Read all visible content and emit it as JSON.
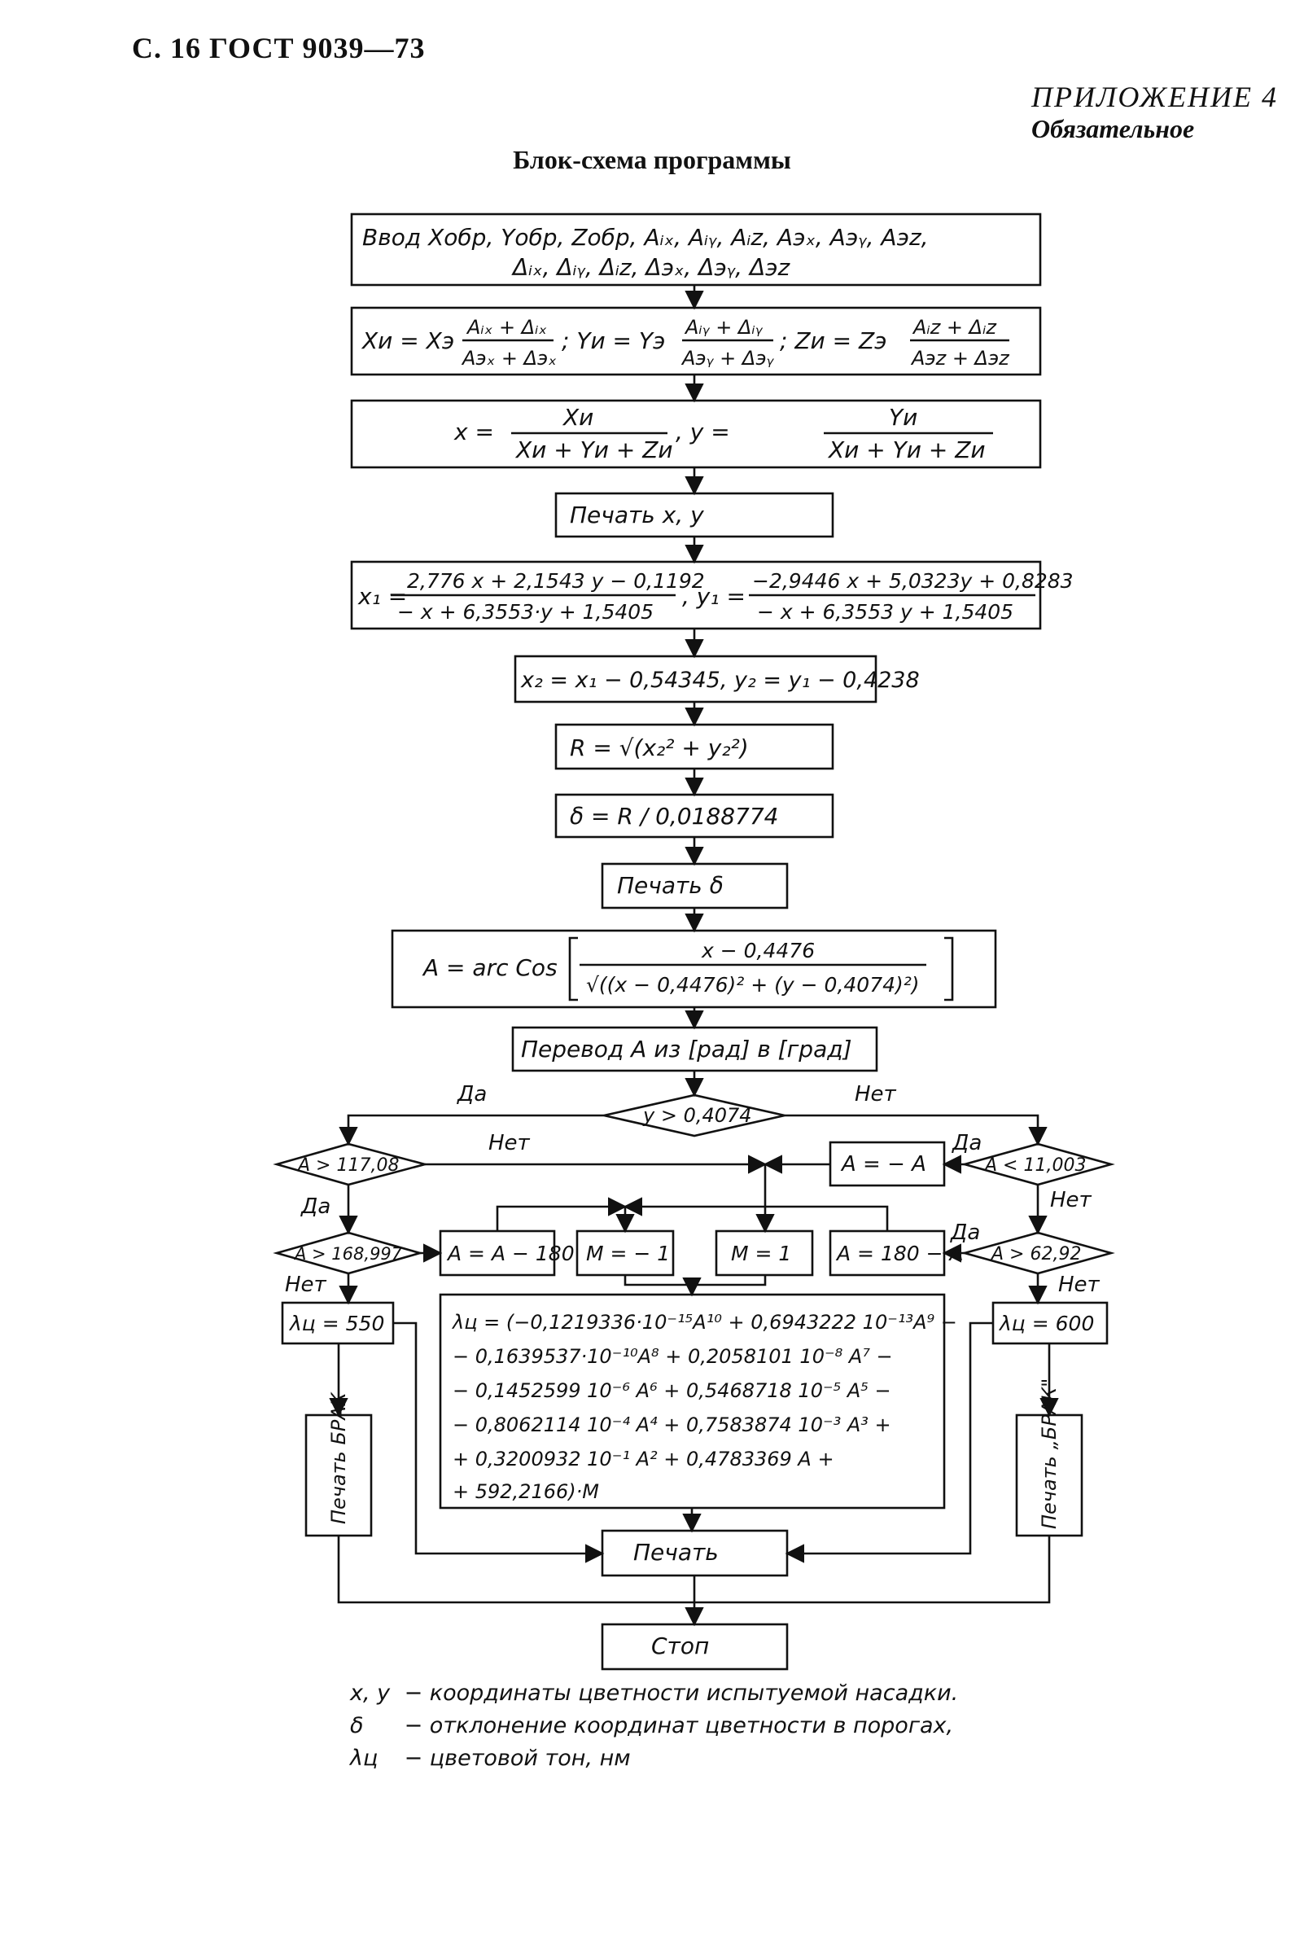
{
  "header": {
    "page_ref": "С. 16 ГОСТ 9039—73"
  },
  "appendix": {
    "title": "ПРИЛОЖЕНИЕ 4",
    "status": "Обязательное"
  },
  "diagram": {
    "title": "Блок-схема программы",
    "blocks": {
      "input_line1": "Ввод Xобр, Yобр, Zобр, Aᵢₓ, Aᵢᵧ, Aᵢz, Aэₓ, Aэᵧ, Aэz,",
      "input_line2": "Δᵢₓ, Δᵢᵧ, Δᵢz, Δэₓ, Δэᵧ, Δэz",
      "xi_lhs": "Xи = Xэ",
      "xi_num": "Aᵢₓ + Δᵢₓ",
      "xi_den": "Aэₓ + Δэₓ",
      "yi_lhs": "; Yи = Yэ",
      "yi_num": "Aᵢᵧ + Δᵢᵧ",
      "yi_den": "Aэᵧ + Δэᵧ",
      "zi_lhs": "; Zи = Zэ",
      "zi_num": "Aᵢz + Δᵢz",
      "zi_den": "Aэz + Δэz",
      "x_lhs": "x =",
      "x_num": "Xи",
      "x_den": "Xи + Yи + Zи",
      "y_lhs": ",    y =",
      "y_num": "Yи",
      "y_den": "Xи + Yи + Zи",
      "print_xy": "Печать x, y",
      "x1_lhs": "x₁ =",
      "x1_num": "2,776 x + 2,1543 y − 0,1192",
      "x1_den": "− x + 6,3553·y + 1,5405",
      "y1_lhs": ",  y₁ =",
      "y1_num": "−2,9446 x + 5,0323y + 0,8283",
      "y1_den": "− x + 6,3553 y + 1,5405",
      "x2y2": "x₂ = x₁ − 0,54345,  y₂ = y₁ − 0,4238",
      "r_formula": "R = √(x₂² + y₂²)",
      "delta_formula": "δ = R / 0,0188774",
      "print_delta": "Печать δ",
      "a_lhs": "A = arc Cos",
      "a_num": "x − 0,4476",
      "a_den": "√((x − 0,4476)² + (y − 0,4074)²)",
      "convert": "Перевод A из [рад] в [град]",
      "cond_y": "y > 0,4074",
      "cond_a117": "A > 117,08",
      "cond_a11": "A < 11,003",
      "cond_a168": "A > 168,997",
      "cond_a62": "A > 62,92",
      "a_neg": "A = − A",
      "a_minus180": "A = A − 180",
      "m_neg1": "M = − 1",
      "m_pos1": "M = 1",
      "a_180minus": "A = 180 − A",
      "lambda550": "λц = 550",
      "lambda600": "λц = 600",
      "poly_line1": "λц = (−0,1219336·10⁻¹⁵A¹⁰ + 0,6943222 10⁻¹³A⁹ −",
      "poly_line2": "− 0,1639537·10⁻¹⁰A⁸ + 0,2058101 10⁻⁸ A⁷ −",
      "poly_line3": "− 0,1452599 10⁻⁶ A⁶ + 0,5468718 10⁻⁵ A⁵ −",
      "poly_line4": "− 0,8062114 10⁻⁴ A⁴ + 0,7583874 10⁻³ A³ +",
      "poly_line5": "+ 0,3200932 10⁻¹ A² + 0,4783369 A +",
      "poly_line6": "+ 592,2166)·M",
      "print_brak_left": "Печать БРАК",
      "print_brak_right": "Печать „БРАК\"",
      "print": "Печать",
      "stop": "Стоп"
    },
    "labels": {
      "yes_top": "Да",
      "no_top": "Нет",
      "no_a117": "Нет",
      "yes_a11": "Да",
      "yes_a117": "Да",
      "no_a11": "Нет",
      "yes_a62": "Да",
      "no_a168": "Нет",
      "no_a62": "Нет"
    }
  },
  "legend": [
    {
      "symbol": "x, y",
      "text": "− координаты цветности испытуемой насадки."
    },
    {
      "symbol": "δ",
      "text": "− отклонение координат цветности в порогах,"
    },
    {
      "symbol": "λц",
      "text": "− цветовой тон, нм"
    }
  ]
}
